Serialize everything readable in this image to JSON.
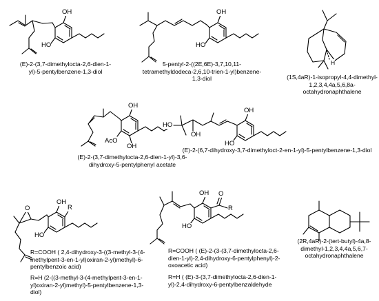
{
  "compounds": [
    {
      "id": 1,
      "name": "(E)-2-(3,7-dimethylocta-2,6-dien-1-yl)-5-pentylbenzene-1,3-diol",
      "atoms": {
        "oh_top": "OH",
        "oh_bottom": "HO"
      }
    },
    {
      "id": 2,
      "name": "5-pentyl-2-((2E,6E)-3,7,10,11-tetramethyldodeca-2,6,10-trien-1-yl)benzene-1,3-diol",
      "atoms": {
        "oh_top": "OH",
        "oh_bottom": "HO"
      }
    },
    {
      "id": 3,
      "name": "(1S,4aR)-1-isopropyl-4,4-dimethyl-1,2,3,4,4a,5,6,8a-octahydronaphthalene",
      "atoms": {
        "h": "H"
      }
    },
    {
      "id": 4,
      "name": "(E)-2-(3,7-dimethylocta-2,6-dien-1-yl)-3,6-dihydroxy-5-pentylphenyl acetate",
      "atoms": {
        "oh_top": "OH",
        "oh_bottom": "OH",
        "aco": "AcO"
      }
    },
    {
      "id": 5,
      "name": "(E)-2-(6,7-dihydroxy-3,7-dimethyloct-2-en-1-yl)-5-pentylbenzene-1,3-diol",
      "atoms": {
        "ho_left": "HO",
        "oh_mid": "OH",
        "oh_top": "OH",
        "oh_bottom": "HO"
      }
    },
    {
      "id": 6,
      "name_a": "R=COOH ( 2,4-dihydroxy-3-((3-methyl-3-(4-methylpent-3-en-1-yl)oxiran-2-yl)methyl)-6-pentylbenzoic acid)",
      "name_b": "R=H (2-((3-methyl-3-(4-methylpent-3-en-1-yl)oxiran-2-yl)methyl)-5-pentylbenzene-1,3-diol)",
      "atoms": {
        "o": "O",
        "oh_top": "OH",
        "r": "R",
        "oh_bottom": "HO"
      }
    },
    {
      "id": 7,
      "name_a": "R=COOH ( (E)-2-(3-(3,7-dimethylocta-2,6-dien-1-yl)-2,4-dihydroxy-6-pentylphenyl)-2-oxoacetic acid)",
      "name_b": "R=H ( (E)-3-(3,7-dimethylocta-2,6-dien-1-yl)-2,4-dihydroxy-6-pentylbenzaldehyde",
      "atoms": {
        "oh_top": "OH",
        "o": "O",
        "r": "R",
        "oh_bottom": "HO"
      }
    },
    {
      "id": 8,
      "name": "(2R,4aR)-2-(tert-butyl)-4a,8-dimethyl-1,2,3,4,4a,5,6,7-octahydronaphthalene"
    }
  ]
}
